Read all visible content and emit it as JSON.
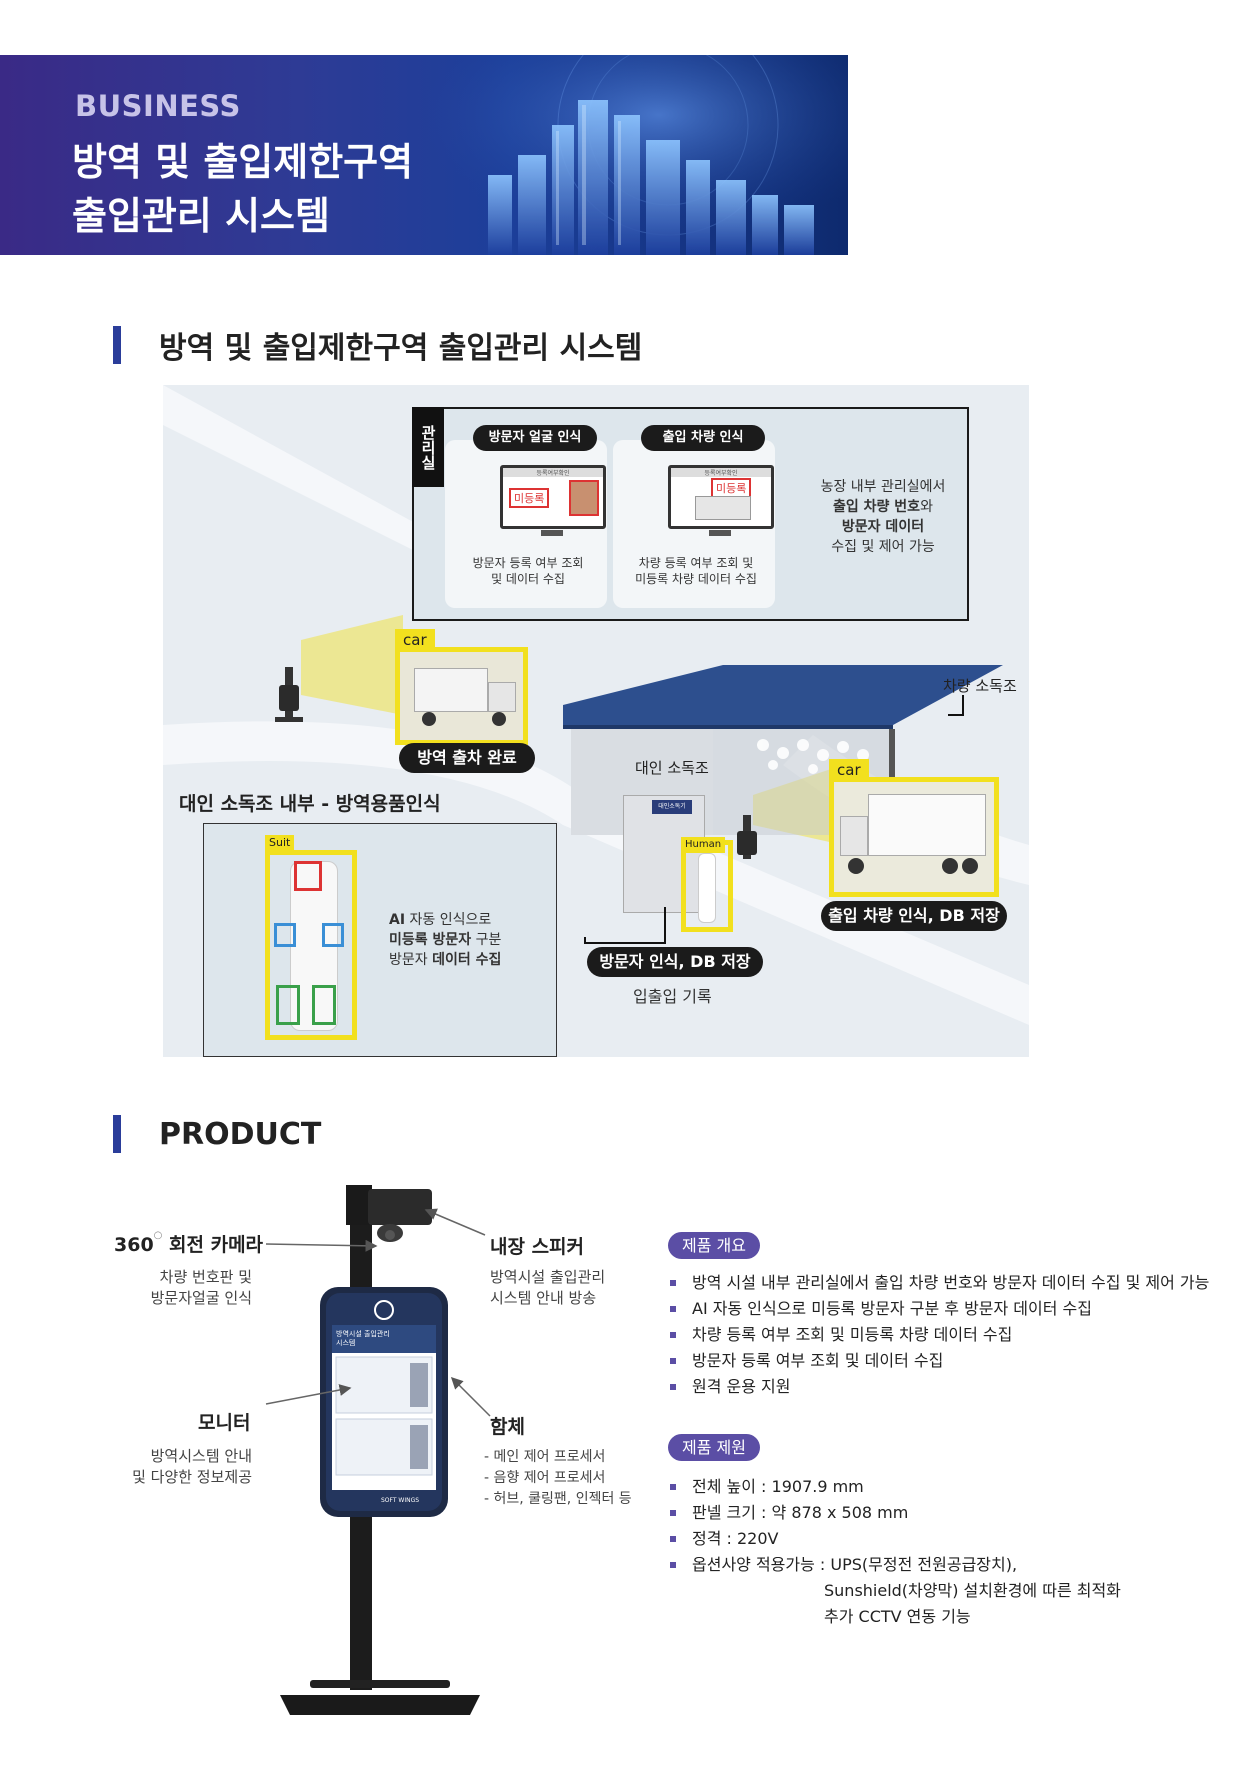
{
  "banner": {
    "kicker": "BUSINESS",
    "title_line1": "방역 및 출입제한구역",
    "title_line2": "출입관리 시스템"
  },
  "section1": {
    "heading": "방역 및 출입제한구역 출입관리 시스템"
  },
  "diagram": {
    "mgmt_label": "관리실",
    "face_pill": "방문자 얼굴 인식",
    "face_screen_title": "등록여부확인",
    "face_stamp": "미등록",
    "face_caption_1": "방문자 등록 여부 조회",
    "face_caption_2": "및 데이터 수집",
    "vehicle_pill": "출입 차량 인식",
    "vehicle_screen_title": "등록여부확인",
    "vehicle_stamp": "미등록",
    "vehicle_caption_1": "차량 등록 여부 조회 및",
    "vehicle_caption_2": "미등록 차량 데이터 수집",
    "desc_1": "농장 내부 관리실에서",
    "desc_2_bold": "출입 차량 번호",
    "desc_2_rest": "와",
    "desc_3_bold": "방문자 데이터",
    "desc_4": "수집 및 제어 가능",
    "car_label_1": "car",
    "car_done_pill": "방역 출차 완료",
    "vehicle_disinfect_label": "차량 소독조",
    "person_disinfect_label": "대인 소독조",
    "car_label_2": "car",
    "inner_title": "대인 소독조 내부 - 방역용품인식",
    "suit_label": "Suit",
    "ai_1_bold": "AI",
    "ai_1_rest": " 자동 인식으로",
    "ai_2_bold": "미등록 방문자",
    "ai_2_rest": " 구분",
    "ai_3_pre": "방문자 ",
    "ai_3_bold": "데이터 수집",
    "booth_sign": "대인소독기",
    "human_label": "Human",
    "visitor_pill": "방문자 인식, DB 저장",
    "entry_record": "입출입 기록",
    "vehicle_db_pill": "출입 차량 인식, DB 저장"
  },
  "section2": {
    "heading": "PRODUCT"
  },
  "product": {
    "camera_title_num": "360",
    "camera_title_rest": " 회전 카메라",
    "camera_desc_1": "차량 번호판 및",
    "camera_desc_2": "방문자얼굴 인식",
    "monitor_title": "모니터",
    "monitor_desc_1": "방역시스템 안내",
    "monitor_desc_2": "및 다양한 정보제공",
    "speaker_title": "내장 스피커",
    "speaker_desc_1": "방역시설 출입관리",
    "speaker_desc_2": "시스템 안내 방송",
    "case_title": "함체",
    "case_items": [
      "- 메인 제어 프로세서",
      "- 음향 제어 프로세서",
      "- 허브, 쿨링팬, 인젝터 등"
    ],
    "screen_title_1": "방역시설 출입관리",
    "screen_title_2": "시스템",
    "screen_bottom": "방역시설 출입관리 시스템",
    "brand": "SOFT WINGS",
    "overview_tag": "제품 개요",
    "overview": [
      "방역 시설 내부 관리실에서 출입 차량 번호와 방문자 데이터 수집 및 제어 가능",
      "AI 자동 인식으로 미등록 방문자 구분 후 방문자 데이터 수집",
      "차량 등록 여부 조회 및 미등록 차량 데이터 수집",
      "방문자 등록 여부 조회 및 데이터 수집",
      "원격 운용 지원"
    ],
    "spec_tag": "제품 제원",
    "specs": [
      "전체 높이 : 1907.9 mm",
      "판넬 크기 : 약 878 x 508 mm",
      "정격 : 220V",
      "옵션사양 적용가능 : UPS(무정전 전원공급장치),"
    ],
    "spec_cont_1": "Sunshield(차양막) 설치환경에 따른 최적화",
    "spec_cont_2": "추가 CCTV 연동 기능"
  }
}
